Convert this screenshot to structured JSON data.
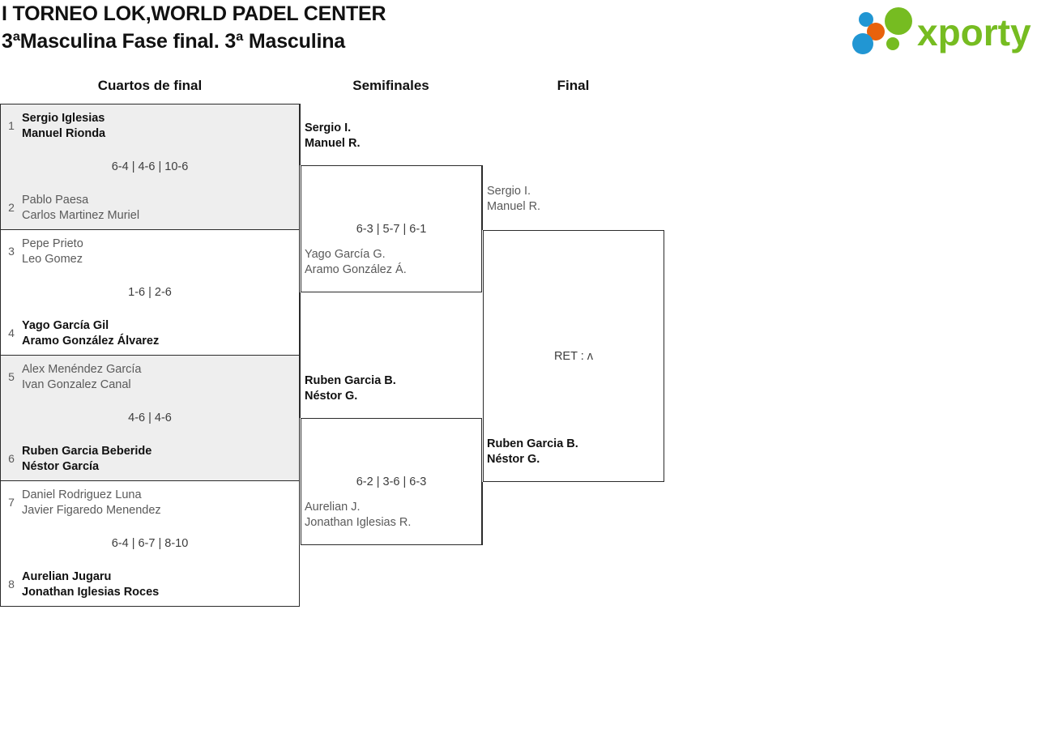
{
  "header": {
    "tournament_title": "I TORNEO LOK,WORLD PADEL CENTER",
    "category_title": "3ªMasculina Fase final. 3ª Masculina",
    "logo_text": "xporty",
    "logo_colors": {
      "green": "#76bc21",
      "orange": "#e8620c",
      "blue": "#2196d3"
    }
  },
  "rounds": [
    {
      "id": "quarterfinals",
      "label": "Cuartos de final"
    },
    {
      "id": "semifinals",
      "label": "Semifinales"
    },
    {
      "id": "final",
      "label": "Final"
    }
  ],
  "quarterfinals": [
    {
      "score": "6-4 | 4-6 | 10-6",
      "top": {
        "seed": "1",
        "player1": "Sergio Iglesias",
        "player2": "Manuel Rionda",
        "winner": true
      },
      "bottom": {
        "seed": "2",
        "player1": "Pablo Paesa",
        "player2": "Carlos Martinez Muriel",
        "winner": false
      }
    },
    {
      "score": "1-6 | 2-6",
      "top": {
        "seed": "3",
        "player1": "Pepe Prieto",
        "player2": "Leo Gomez",
        "winner": false
      },
      "bottom": {
        "seed": "4",
        "player1": "Yago García Gil",
        "player2": "Aramo González Álvarez",
        "winner": true
      }
    },
    {
      "score": "4-6 | 4-6",
      "top": {
        "seed": "5",
        "player1": "Alex Menéndez García",
        "player2": "Ivan Gonzalez Canal",
        "winner": false
      },
      "bottom": {
        "seed": "6",
        "player1": "Ruben Garcia Beberide",
        "player2": "Néstor García",
        "winner": true
      }
    },
    {
      "score": "6-4 | 6-7 | 8-10",
      "top": {
        "seed": "7",
        "player1": "Daniel Rodriguez Luna",
        "player2": "Javier Figaredo Menendez",
        "winner": false
      },
      "bottom": {
        "seed": "8",
        "player1": "Aurelian Jugaru",
        "player2": "Jonathan Iglesias Roces",
        "winner": true
      }
    }
  ],
  "semifinals": [
    {
      "score": "6-3 | 5-7 | 6-1",
      "top": {
        "player1": "Sergio I.",
        "player2": "Manuel R.",
        "winner": true
      },
      "bottom": {
        "player1": "Yago García G.",
        "player2": "Aramo González Á.",
        "winner": false
      }
    },
    {
      "score": "6-2 | 3-6 | 6-3",
      "top": {
        "player1": "Ruben Garcia B.",
        "player2": "Néstor G.",
        "winner": true
      },
      "bottom": {
        "player1": "Aurelian J.",
        "player2": "Jonathan Iglesias R.",
        "winner": false
      }
    }
  ],
  "final": [
    {
      "score": "RET : ʌ",
      "top": {
        "player1": "Sergio I.",
        "player2": "Manuel R.",
        "winner": false
      },
      "bottom": {
        "player1": "Ruben Garcia B.",
        "player2": "Néstor G.",
        "winner": true
      }
    }
  ]
}
